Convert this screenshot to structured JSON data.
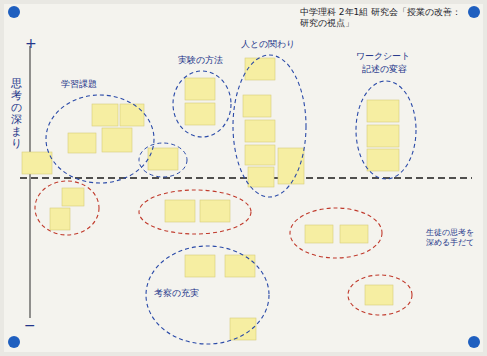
{
  "diagram": {
    "title": "中学理科 2年1組 研究会「授業の改善：研究の視点」",
    "nodes": [
      {
        "text": [
          "学習課題"
        ]
      },
      {
        "text": [
          "実験の方法"
        ]
      },
      {
        "text": [
          "人との関わり"
        ]
      },
      {
        "text": [
          "ワークシート",
          "記述の変容"
        ]
      },
      {
        "text": [
          "考察の充実"
        ]
      }
    ],
    "labels": [
      "+",
      "−",
      "思考の深まり",
      "生徒の思考を深める手だて"
    ]
  }
}
